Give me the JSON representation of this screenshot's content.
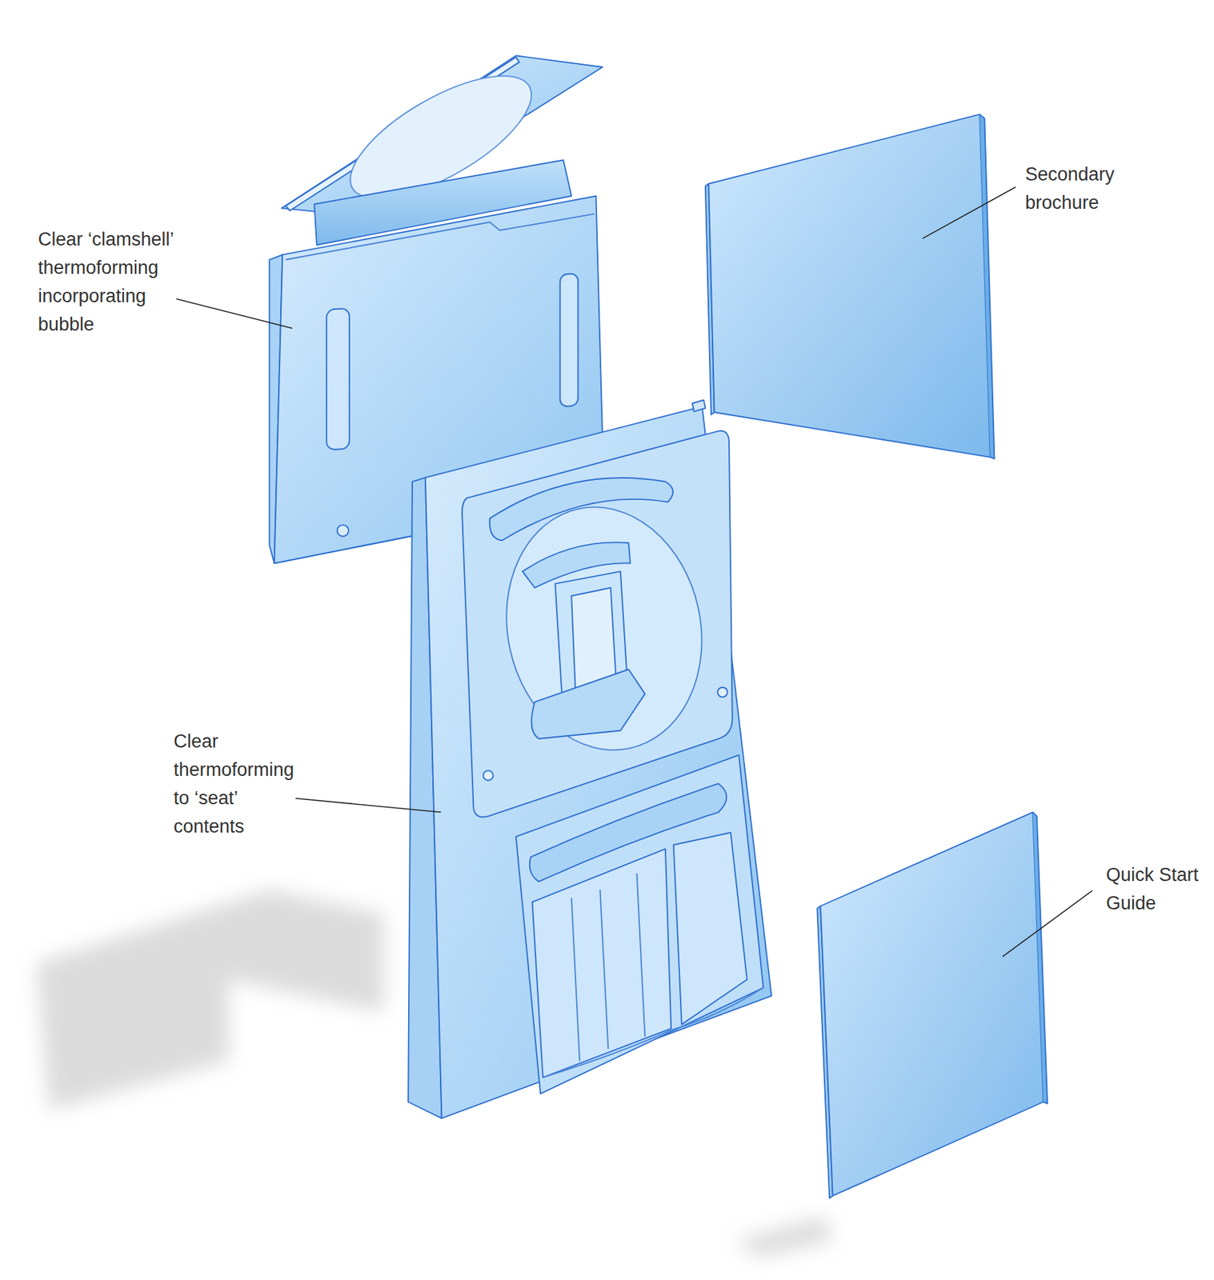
{
  "diagram": {
    "labels": [
      "Clear ‘clamshell’ thermoforming incorporating bubble",
      "Secondary brochure",
      "Clear thermoforming to ‘seat’ contents",
      "Quick Start Guide"
    ]
  }
}
